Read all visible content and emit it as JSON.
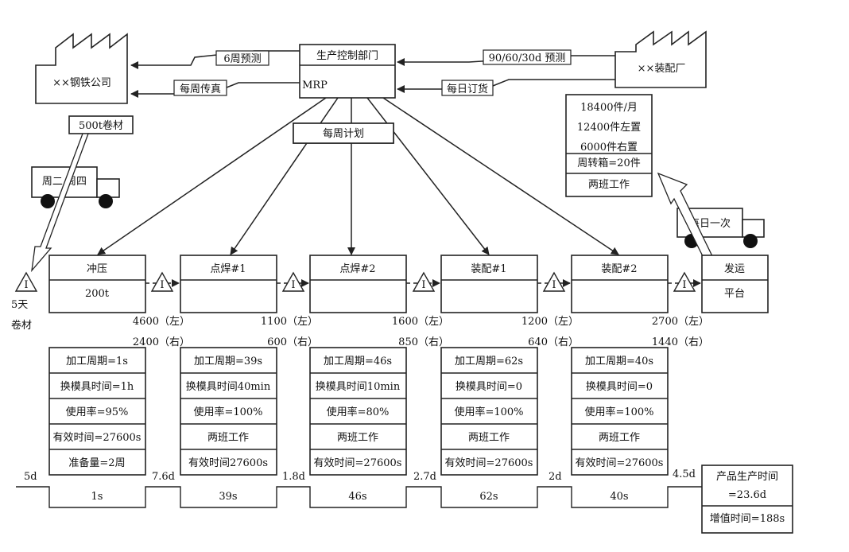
{
  "header": {
    "production_control": "生产控制部门",
    "mrp": "MRP",
    "weekly_plan": "每周计划"
  },
  "supplier": {
    "name": "××钢铁公司",
    "forecast": "6周预测",
    "fax": "每周传真",
    "material": "500t卷材",
    "delivery_days": "周二 周四",
    "inventory_days": "5天",
    "inventory_label": "卷材"
  },
  "customer": {
    "name": "××装配厂",
    "forecast": "90/60/30d 预测",
    "daily_order": "每日订货",
    "demand_lines": [
      "18400件/月",
      "12400件左置",
      "6000件右置",
      "周转箱=20件",
      "两班工作"
    ],
    "shipping": "每日一次"
  },
  "processes": [
    {
      "name": "冲压",
      "sub": "200t"
    },
    {
      "name": "点焊#1",
      "sub": ""
    },
    {
      "name": "点焊#2",
      "sub": ""
    },
    {
      "name": "装配#1",
      "sub": ""
    },
    {
      "name": "装配#2",
      "sub": ""
    }
  ],
  "ship_box": {
    "name": "发运",
    "sub": "平台"
  },
  "inventories": [
    {
      "left": "4600（左）",
      "right": "2400（右）"
    },
    {
      "left": "1100（左）",
      "right": "600（右）"
    },
    {
      "left": "1600（左）",
      "right": "850（右）"
    },
    {
      "left": "1200（左）",
      "right": "640（右）"
    },
    {
      "left": "2700（左）",
      "right": "1440（右）"
    }
  ],
  "data_boxes": [
    [
      "加工周期=1s",
      "换模具时间=1h",
      "使用率=95%",
      "有效时间=27600s",
      "准备量=2周"
    ],
    [
      "加工周期=39s",
      "换模具时间40min",
      "使用率=100%",
      "两班工作",
      "有效时间27600s"
    ],
    [
      "加工周期=46s",
      "换模具时间10min",
      "使用率=80%",
      "两班工作",
      "有效时间=27600s"
    ],
    [
      "加工周期=62s",
      "换模具时间=0",
      "使用率=100%",
      "两班工作",
      "有效时间=27600s"
    ],
    [
      "加工周期=40s",
      "换模具时间=0",
      "使用率=100%",
      "两班工作",
      "有效时间=27600s"
    ]
  ],
  "timeline": {
    "wait_times": [
      "5d",
      "7.6d",
      "1.8d",
      "2.7d",
      "2d",
      "4.5d"
    ],
    "process_times": [
      "1s",
      "39s",
      "46s",
      "62s",
      "40s"
    ]
  },
  "summary": {
    "lead_time_label": "产品生产时间",
    "lead_time_value": "=23.6d",
    "value_added": "增值时间=188s"
  },
  "inventory_symbol": "I"
}
